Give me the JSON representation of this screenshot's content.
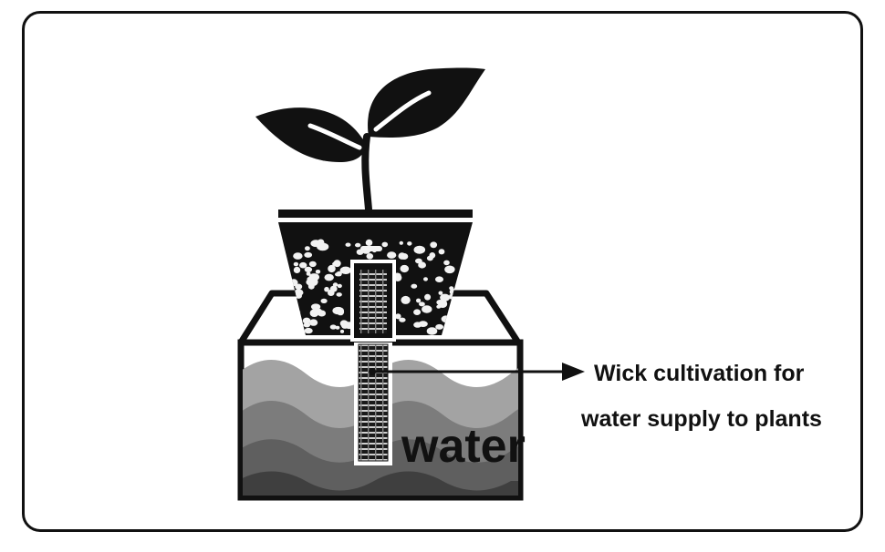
{
  "diagram": {
    "water_label": "water",
    "caption_line1": "Wick cultivation for",
    "caption_line2": "water supply to plants",
    "colors": {
      "ink": "#111111",
      "water_light": "#9a9a9a",
      "water_mid": "#6f6f6f",
      "water_dark": "#4a4a4a",
      "background": "#ffffff"
    }
  }
}
